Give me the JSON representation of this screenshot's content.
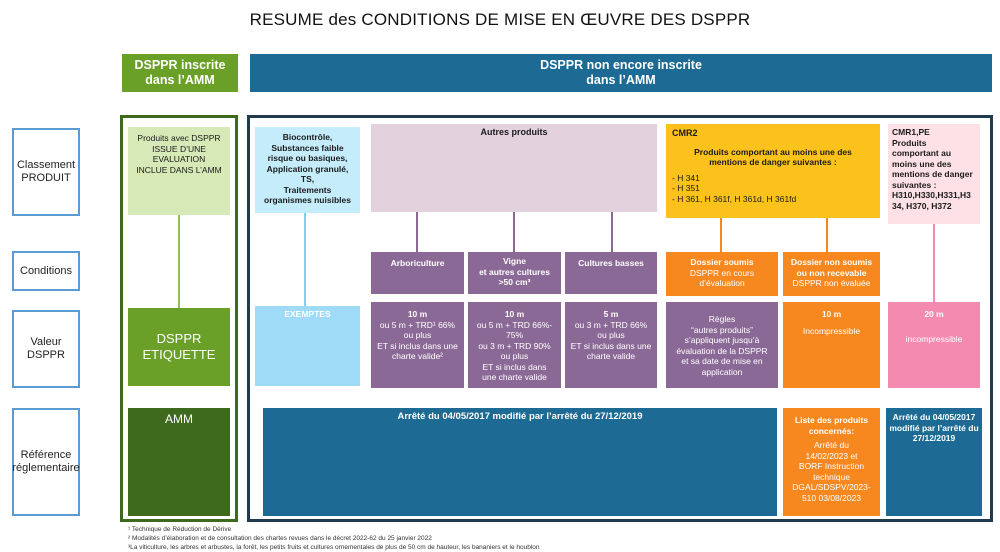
{
  "title": "RESUME des CONDITIONS DE MISE EN ŒUVRE DES DSPPR",
  "headers": {
    "left": "DSPPR inscrite\ndans l’AMM",
    "right": "DSPPR non encore inscrite\ndans l’AMM"
  },
  "row_labels": {
    "classement": "Classement\nPRODUIT",
    "conditions": "Conditions",
    "valeur": "Valeur\nDSPPR",
    "reference": "Référence\nréglementaire"
  },
  "amm_col": {
    "classement": "Produits avec DSPPR\nISSUE D’UNE\nEVALUATION\nINCLUE DANS L’AMM",
    "valeur": "DSPPR\nETIQUETTE",
    "reference": "AMM"
  },
  "biocontrole": {
    "classement": "Biocontrôle,\nSubstances faible\nrisque ou basiques,\nApplication granulé,\nTS,\nTraitements\norganismes nuisibles",
    "valeur": "EXEMPTES"
  },
  "autres": {
    "title": "Autres produits",
    "arboriculture": {
      "condition": "Arboriculture",
      "value_main": "10 m",
      "value_detail": "ou 5 m + TRD¹  66%\nou plus\nET si inclus dans une\ncharte valide²"
    },
    "vigne": {
      "condition": "Vigne\net autres cultures\n>50 cm³",
      "value_main": "10 m",
      "value_detail": "ou 5 m + TRD  66%-\n75%\nou 3 m + TRD  90%\nou plus\nET si inclus dans\nune charte  valide"
    },
    "cultures": {
      "condition": "Cultures basses",
      "value_main": "5 m",
      "value_detail": "ou 3 m + TRD  66%\nou plus\nET si inclus dans une\ncharte  valide"
    }
  },
  "cmr2": {
    "title": "CMR2",
    "subtitle": "Produits comportant au moins une des\nmentions de danger suivantes :",
    "list": "- H 341\n- H 351\n- H 361, H 361f, H 361d, H 361fd",
    "cond_soumis_title": "Dossier soumis",
    "cond_soumis_text": "DSPPR en cours\nd’évaluation",
    "cond_non_title": "Dossier non soumis\nou non recevable",
    "cond_non_text": "DSPPR non évaluée",
    "val_soumis": "Règles\n“autres produits”\ns’appliquent jusqu’à\névaluation de la DSPPR\net sa date de mise en\napplication",
    "val_non_main": "10 m",
    "val_non_text": "Incompressible",
    "ref_title": "Liste des produits\nconcernés:",
    "ref_text": "Arrêté du\n14/02/2023 et\nBORF Instruction\ntechnique\nDGAL/SDSPV/2023-\n510 03/08/2023"
  },
  "cmr1": {
    "title": "CMR1,PE\nProduits\ncomportant au\nmoins une des\nmentions de danger\nsuivantes :\nH310,H330,H331,H3\n34, H370, H372",
    "val_main": "20 m",
    "val_text": "incompressible",
    "ref": "Arrêté du 04/05/2017\nmodifié par l’arrêté du\n27/12/2019"
  },
  "ref_main": "Arrêté du 04/05/2017 modifié par l’arrêté du 27/12/2019",
  "footnotes": [
    "¹ Technique de Réduction de Dérive",
    "² Modalités d’élaboration et de consultation des chartes revues dans le décret 2022-62 du 25 janvier 2022",
    "³La viticulture, les arbres et arbustes, la forêt, les petits fruits et cultures ornementales de plus de 50 cm de hauteur, les bananiers et le houblon"
  ],
  "colors": {
    "green_light": "#d7e9b6",
    "green_mid": "#6aa028",
    "green_dark": "#3e6a1e",
    "blue_light": "#c4ecfb",
    "blue_dark": "#1d6a94",
    "lilac": "#e3d2de",
    "purple": "#8b6996",
    "orange": "#f7881f",
    "yellow": "#fbc21b",
    "pink_light": "#fde1e7",
    "pink": "#f58ab0"
  }
}
